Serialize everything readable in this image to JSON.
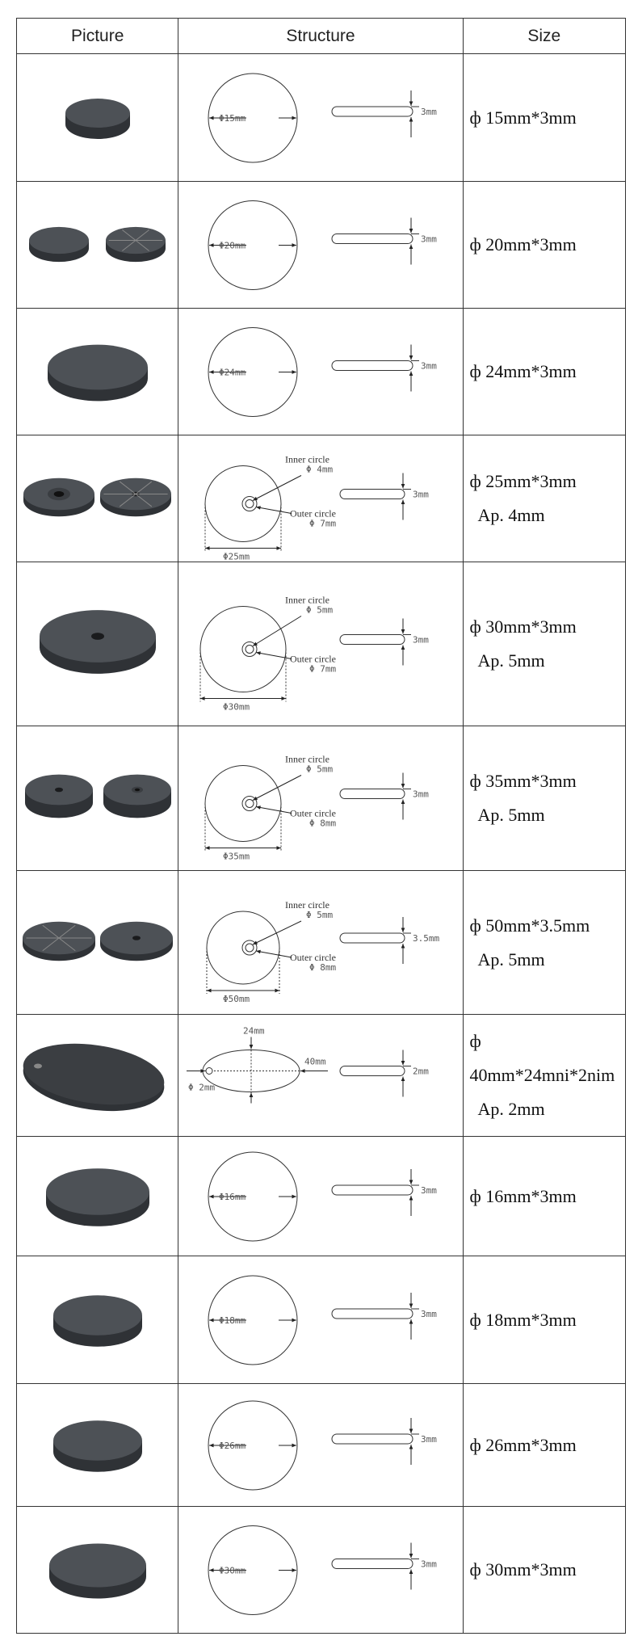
{
  "headers": {
    "picture": "Picture",
    "structure": "Structure",
    "size": "Size"
  },
  "colors": {
    "disc_top": "#4d5156",
    "disc_side": "#2f3236",
    "line": "#333333"
  },
  "labels": {
    "inner": "Inner circle",
    "outer": "Outer circle"
  },
  "rows": [
    {
      "dia": "Φ15mm",
      "thick": "3mm",
      "size1": "ф 15mm*3mm",
      "size2": "",
      "size3": ""
    },
    {
      "dia": "Φ20mm",
      "thick": "3mm",
      "size1": "ф 20mm*3mm",
      "size2": "",
      "size3": ""
    },
    {
      "dia": "Φ24mm",
      "thick": "3mm",
      "size1": "ф 24mm*3mm",
      "size2": "",
      "size3": ""
    },
    {
      "dia": "Φ25mm",
      "thick": "3mm",
      "inner": "Φ 4mm",
      "outer": "Φ 7mm",
      "size1": "ф 25mm*3mm",
      "size2": "Ap. 4mm",
      "size3": ""
    },
    {
      "dia": "Φ30mm",
      "thick": "3mm",
      "inner": "Φ 5mm",
      "outer": "Φ 7mm",
      "size1": "ф 30mm*3mm",
      "size2": "Ap. 5mm",
      "size3": ""
    },
    {
      "dia": "Φ35mm",
      "thick": "3mm",
      "inner": "Φ 5mm",
      "outer": "Φ 8mm",
      "size1": "ф 35mm*3mm",
      "size2": "Ap. 5mm",
      "size3": ""
    },
    {
      "dia": "Φ50mm",
      "thick": "3.5mm",
      "inner": "Φ 5mm",
      "outer": "Φ 8mm",
      "size1": "ф 50mm*3.5mm",
      "size2": "Ap. 5mm",
      "size3": ""
    },
    {
      "top": "24mm",
      "right": "40mm",
      "hole": "Φ 2mm",
      "thick": "2mm",
      "size1": "ф",
      "size2": "40mm*24mni*2nim",
      "size3": "Ap. 2mm"
    },
    {
      "dia": "Φ16mm",
      "thick": "3mm",
      "size1": "ф 16mm*3mm",
      "size2": "",
      "size3": ""
    },
    {
      "dia": "Φ18mm",
      "thick": "3mm",
      "size1": "ф 18mm*3mm",
      "size2": "",
      "size3": ""
    },
    {
      "dia": "Φ26mm",
      "thick": "3mm",
      "size1": "ф 26mm*3mm",
      "size2": "",
      "size3": ""
    },
    {
      "dia": "Φ30mm",
      "thick": "3mm",
      "size1": "ф 30mm*3mm",
      "size2": "",
      "size3": ""
    }
  ]
}
